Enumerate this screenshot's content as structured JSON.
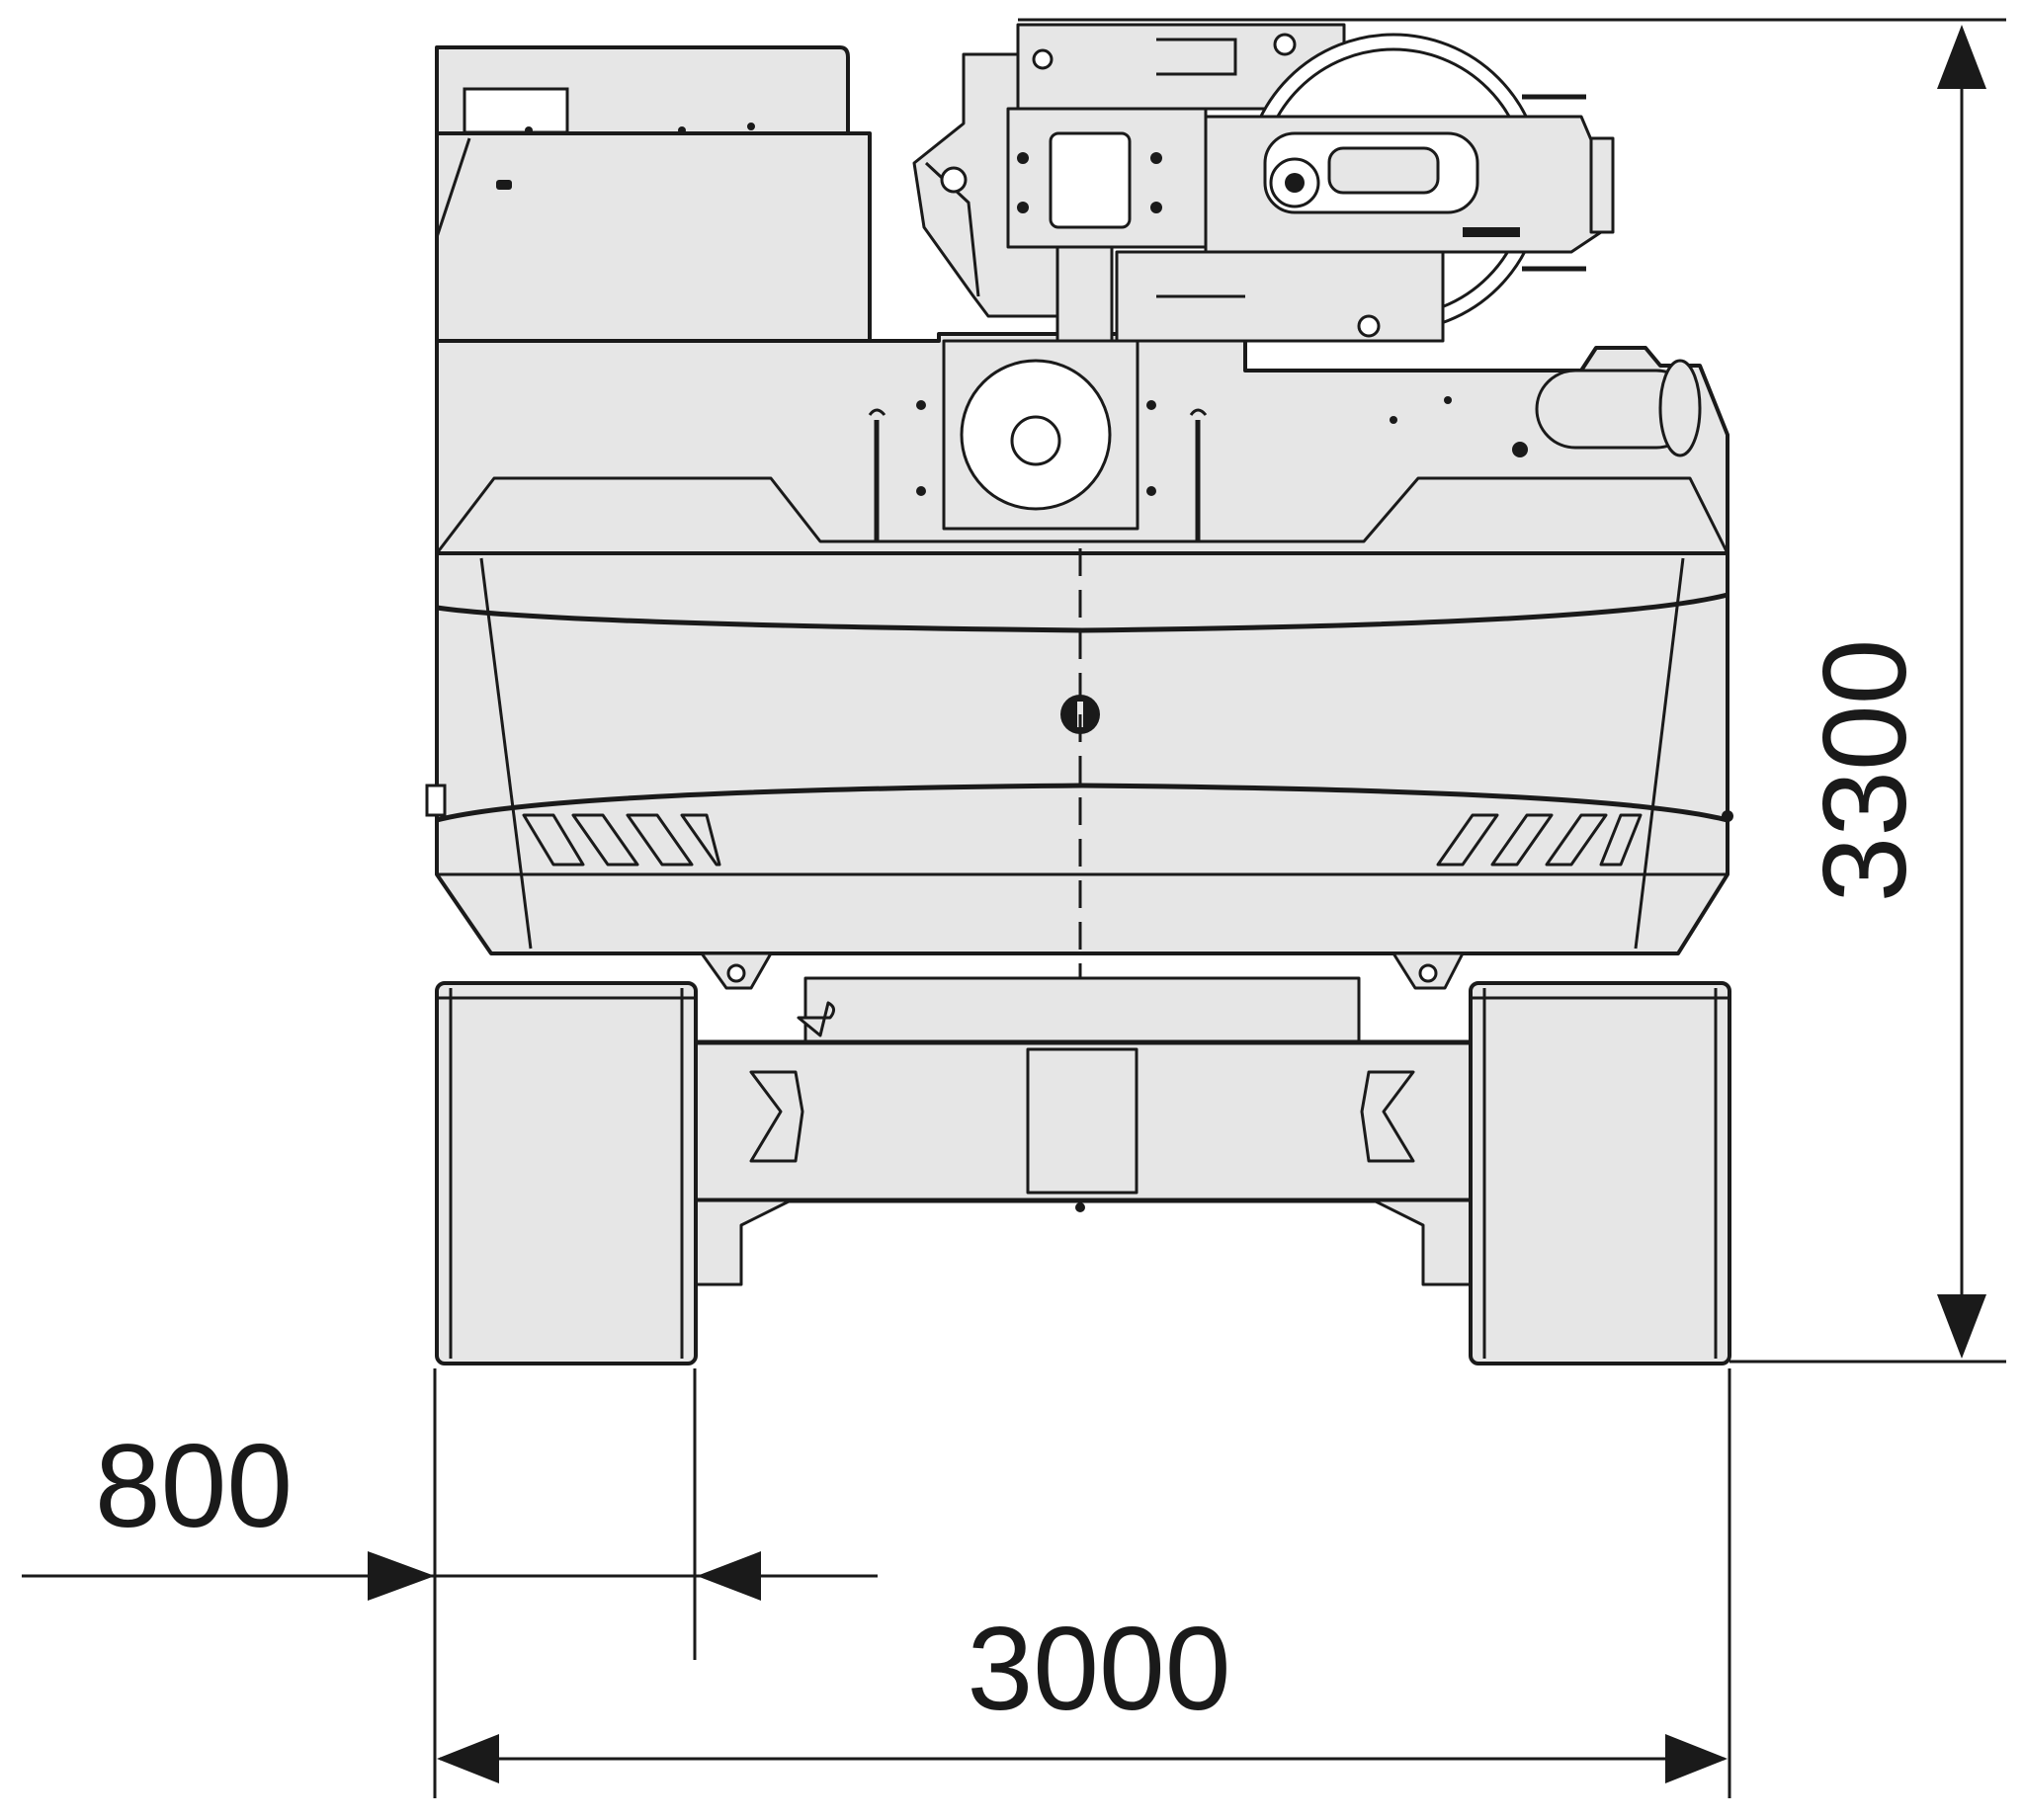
{
  "dimensions": {
    "track_width": "800",
    "overall_width": "3000",
    "overall_height": "3300"
  },
  "colors": {
    "machine_fill": "#e6e6e6",
    "outline": "#1a1a1a",
    "background": "#ffffff"
  }
}
